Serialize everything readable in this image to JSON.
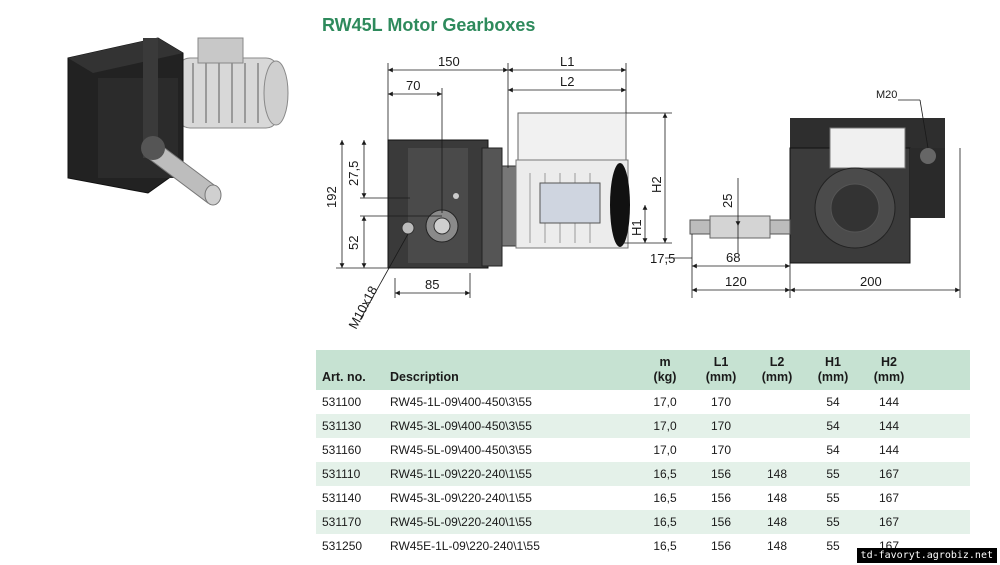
{
  "title": "RW45L Motor Gearboxes",
  "drawing": {
    "dims": {
      "d150": "150",
      "dL1": "L1",
      "dL2": "L2",
      "d70": "70",
      "d192": "192",
      "d27": "27,5",
      "d52": "52",
      "dH1": "H1",
      "dH2": "H2",
      "d85": "85",
      "dM10": "M10x18",
      "d25": "25",
      "d175": "17,5",
      "d68": "68",
      "d120": "120",
      "d200": "200",
      "dM20": "M20"
    }
  },
  "table": {
    "headers": {
      "art": "Art. no.",
      "desc": "Description",
      "m1": "m",
      "m2": "(kg)",
      "l1a": "L1",
      "l1b": "(mm)",
      "l2a": "L2",
      "l2b": "(mm)",
      "h1a": "H1",
      "h1b": "(mm)",
      "h2a": "H2",
      "h2b": "(mm)"
    },
    "rows": [
      {
        "art": "531100",
        "desc": "RW45-1L-09\\400-450\\3\\55",
        "m": "17,0",
        "l1": "170",
        "l2": "",
        "h1": "54",
        "h2": "144"
      },
      {
        "art": "531130",
        "desc": "RW45-3L-09\\400-450\\3\\55",
        "m": "17,0",
        "l1": "170",
        "l2": "",
        "h1": "54",
        "h2": "144"
      },
      {
        "art": "531160",
        "desc": "RW45-5L-09\\400-450\\3\\55",
        "m": "17,0",
        "l1": "170",
        "l2": "",
        "h1": "54",
        "h2": "144"
      },
      {
        "art": "531110",
        "desc": "RW45-1L-09\\220-240\\1\\55",
        "m": "16,5",
        "l1": "156",
        "l2": "148",
        "h1": "55",
        "h2": "167"
      },
      {
        "art": "531140",
        "desc": "RW45-3L-09\\220-240\\1\\55",
        "m": "16,5",
        "l1": "156",
        "l2": "148",
        "h1": "55",
        "h2": "167"
      },
      {
        "art": "531170",
        "desc": "RW45-5L-09\\220-240\\1\\55",
        "m": "16,5",
        "l1": "156",
        "l2": "148",
        "h1": "55",
        "h2": "167"
      },
      {
        "art": "531250",
        "desc": "RW45E-1L-09\\220-240\\1\\55",
        "m": "16,5",
        "l1": "156",
        "l2": "148",
        "h1": "55",
        "h2": "167"
      }
    ]
  },
  "watermark": "td-favoryt.agrobiz.net",
  "colors": {
    "title": "#2e8a5c",
    "header_bg": "#c6e2d2",
    "row_alt": "#e4f1e9"
  }
}
